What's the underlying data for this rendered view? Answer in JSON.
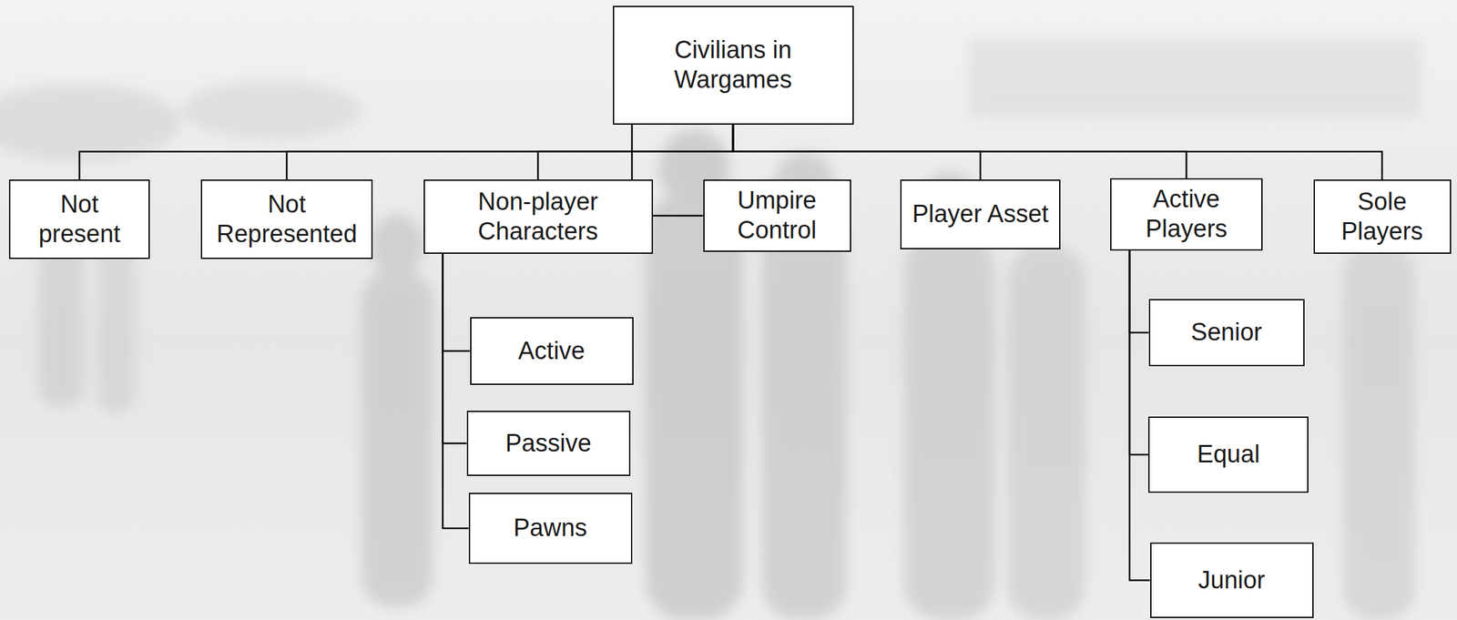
{
  "diagram": {
    "nodes": [
      {
        "text": [
          "Civilians in Wargames"
        ]
      },
      {
        "text": [
          "Not present"
        ]
      },
      {
        "text": [
          "Not Represented"
        ]
      },
      {
        "text": [
          "Non-player Characters"
        ]
      },
      {
        "text": [
          "Umpire Control"
        ]
      },
      {
        "text": [
          "Player Asset"
        ]
      },
      {
        "text": [
          "Active Players"
        ]
      },
      {
        "text": [
          "Sole Players"
        ]
      },
      {
        "text": [
          "Active"
        ]
      },
      {
        "text": [
          "Passive"
        ]
      },
      {
        "text": [
          "Pawns"
        ]
      },
      {
        "text": [
          "Senior"
        ]
      },
      {
        "text": [
          "Equal"
        ]
      },
      {
        "text": [
          "Junior"
        ]
      }
    ],
    "edges": [
      {
        "from": 0,
        "to": 1,
        "arrow": "none"
      },
      {
        "from": 0,
        "to": 2,
        "arrow": "none"
      },
      {
        "from": 0,
        "to": 3,
        "arrow": "none"
      },
      {
        "from": 0,
        "to": 4,
        "arrow": "none"
      },
      {
        "from": 0,
        "to": 5,
        "arrow": "none"
      },
      {
        "from": 0,
        "to": 6,
        "arrow": "none"
      },
      {
        "from": 0,
        "to": 7,
        "arrow": "none"
      },
      {
        "from": 3,
        "to": 8,
        "arrow": "none"
      },
      {
        "from": 3,
        "to": 9,
        "arrow": "none"
      },
      {
        "from": 3,
        "to": 10,
        "arrow": "none"
      },
      {
        "from": 6,
        "to": 11,
        "arrow": "none"
      },
      {
        "from": 6,
        "to": 12,
        "arrow": "none"
      },
      {
        "from": 6,
        "to": 13,
        "arrow": "none"
      }
    ]
  }
}
